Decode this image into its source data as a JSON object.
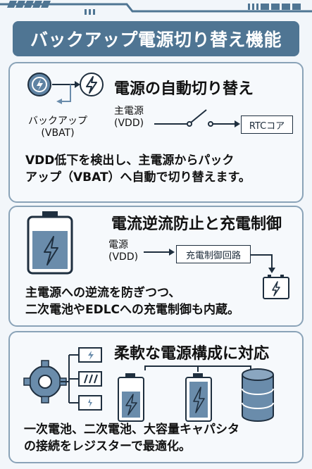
{
  "title": "バックアップ電源切り替え機能",
  "sections": [
    {
      "heading": "電源の自動切り替え",
      "backup_label": [
        "バックアップ",
        "(VBAT)"
      ],
      "main_power_label": [
        "主電源",
        "(VDD)"
      ],
      "rtc_label": "RTCコア",
      "description": [
        "VDD低下を検出し、主電源からパック",
        "アップ（VBAT）へ自動で切り替えます。"
      ],
      "icons": [
        "lightning-circle-icon",
        "lightning-circle-icon"
      ]
    },
    {
      "heading": "電流逆流防止と充電制御",
      "power_label": [
        "電源",
        "(VDD)"
      ],
      "charge_circuit_label": "充電制御回路",
      "description": [
        "主電源への逆流を防ぎつつ、",
        "二次電池やEDLCへの充電制御も内蔵。"
      ],
      "icons": [
        "battery-icon",
        "small-battery-icon"
      ]
    },
    {
      "heading": "柔軟な電源構成に対応",
      "description": [
        "一次電池、二次電池、大容量キャパシタ",
        "の接続をレジスターで最適化。"
      ],
      "icons": [
        "gear-icon",
        "battery-icon",
        "battery-icon",
        "capacitor-icon"
      ]
    }
  ],
  "colors": {
    "title_bg": "#4f7593",
    "accent": "#6a8cab",
    "border": "#8aa3b8"
  }
}
